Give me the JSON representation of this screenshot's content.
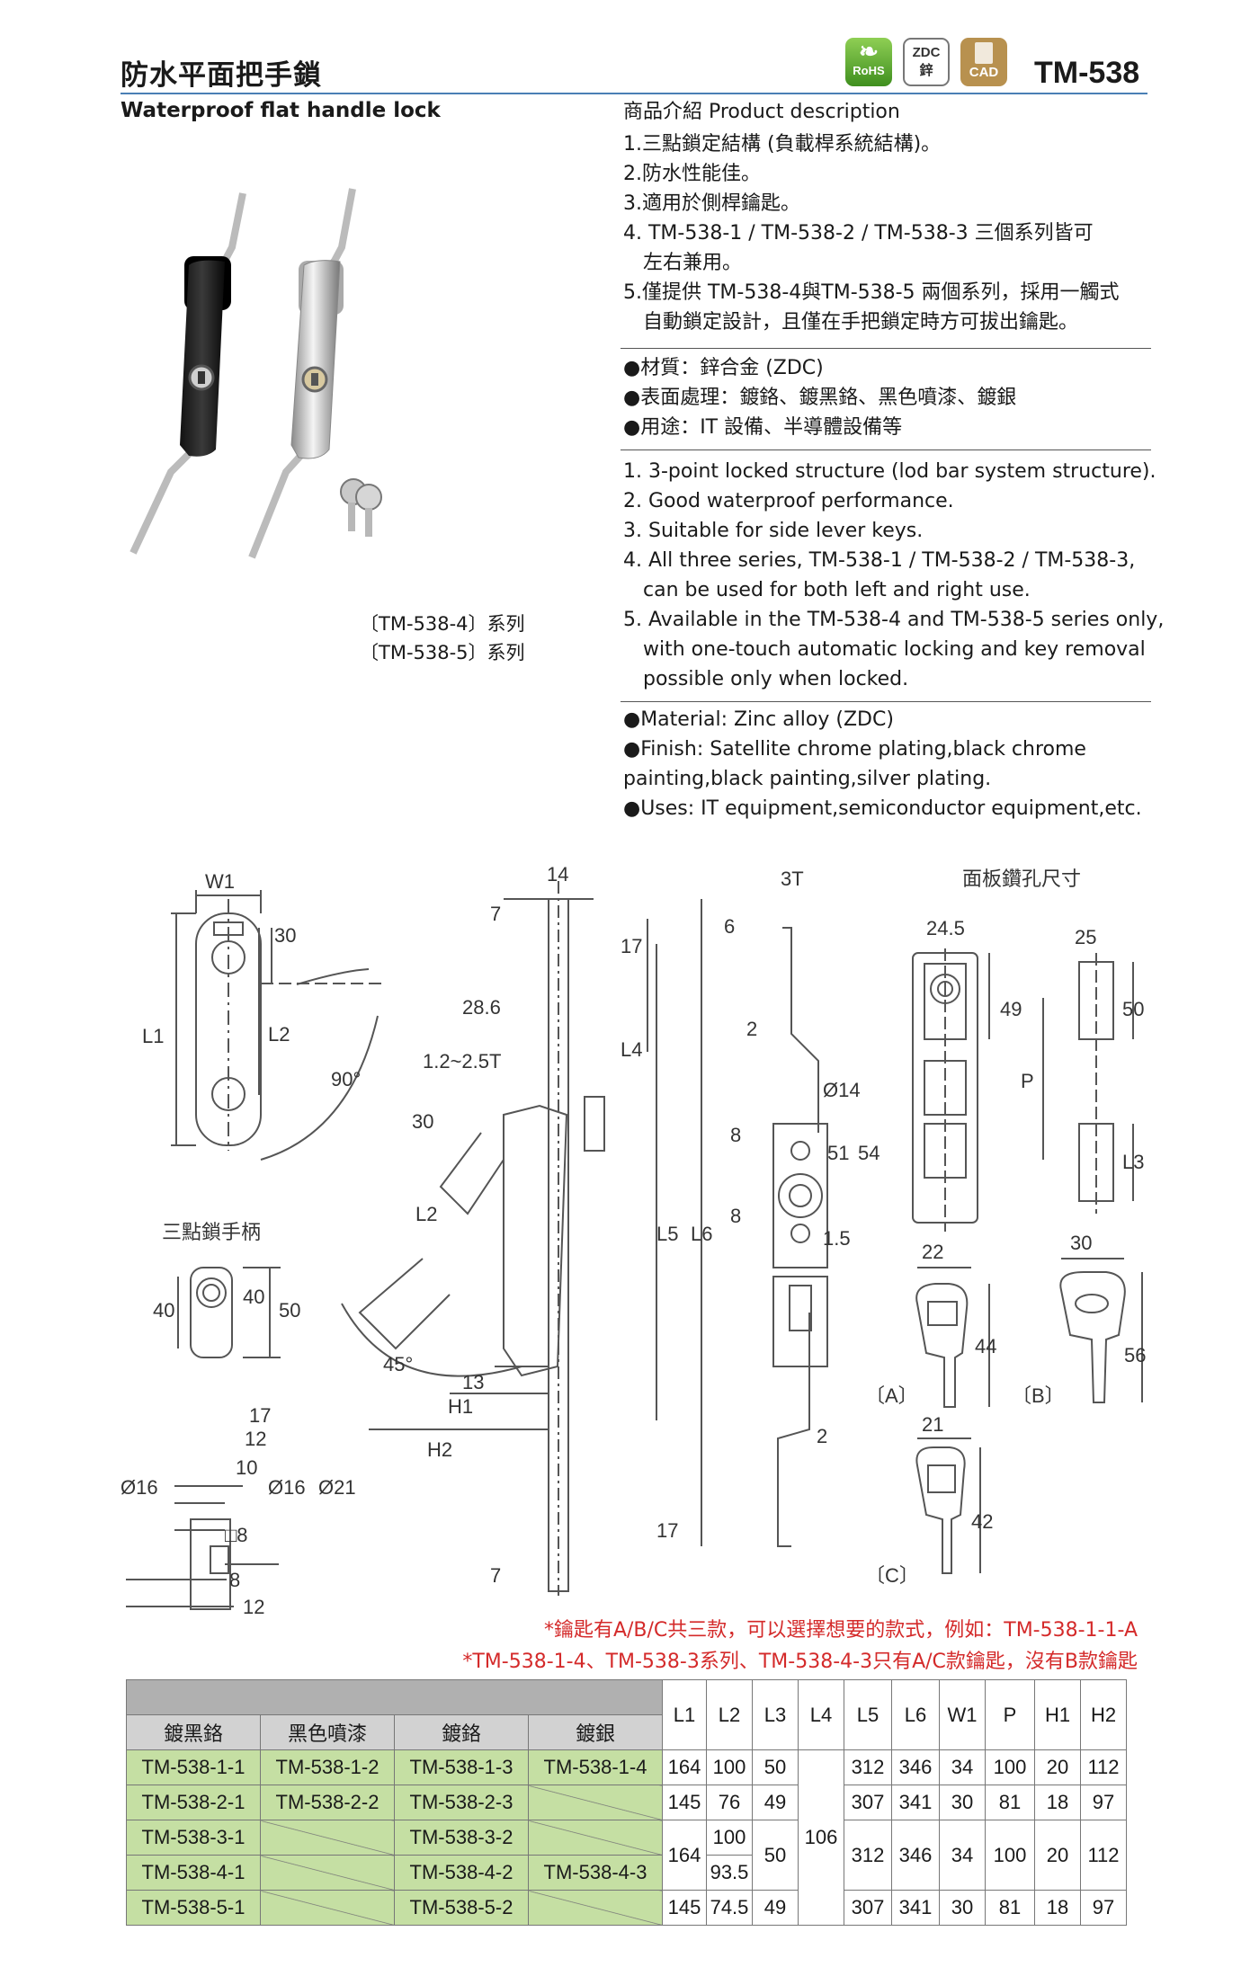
{
  "header": {
    "title_cn": "防水平面把手鎖",
    "title_en": "Waterproof flat handle lock",
    "model": "TM-538",
    "badges": {
      "rohs": "RoHS",
      "zdc": "ZDC",
      "zdc_sub": "鋅",
      "cad": "CAD"
    }
  },
  "product": {
    "heading": "商品介紹 Product description",
    "cn_features": [
      "1.三點鎖定結構 (負載桿系統結構)。",
      "2.防水性能佳。",
      "3.適用於側桿鑰匙。",
      "4. TM-538-1 / TM-538-2 / TM-538-3 三個系列皆可",
      "   左右兼用。",
      "5.僅提供 TM-538-4與TM-538-5 兩個系列，採用一觸式",
      "   自動鎖定設計，且僅在手把鎖定時方可拔出鑰匙。"
    ],
    "cn_specs": [
      "●材質：鋅合金 (ZDC)",
      "●表面處理：鍍鉻、鍍黑鉻、黑色噴漆、鍍銀",
      "●用途：IT 設備、半導體設備等"
    ],
    "en_features": [
      "1. 3-point locked structure (lod bar system structure).",
      "2. Good waterproof performance.",
      "3. Suitable for side lever keys.",
      "4. All three series, TM-538-1 / TM-538-2 / TM-538-3,",
      "    can be used for both left and right use.",
      "5. Available in the TM-538-4 and TM-538-5 series only,",
      "    with one-touch automatic locking and key removal",
      "    possible only when locked."
    ],
    "en_specs": [
      "●Material: Zinc alloy (ZDC)",
      "●Finish: Satellite chrome plating,black chrome",
      "painting,black painting,silver plating.",
      "●Uses: IT equipment,semiconductor equipment,etc."
    ]
  },
  "photo": {
    "caption1": "〔TM-538-4〕系列",
    "caption2": "〔TM-538-5〕系列"
  },
  "drawing": {
    "front": {
      "w1": "W1",
      "l1": "L1",
      "l2": "L2",
      "d30": "30",
      "angle": "90°",
      "handle_title": "三點鎖手柄",
      "d40a": "40",
      "d40b": "40",
      "d50": "50",
      "d17": "17",
      "d12a": "12",
      "d10": "10",
      "d16a": "Ø16",
      "d16b": "Ø16",
      "d21": "Ø21",
      "sq8": "□8",
      "d8": "8",
      "d12b": "12"
    },
    "side": {
      "d14": "14",
      "d7a": "7",
      "d17a": "17",
      "d286": "28.6",
      "l4": "L4",
      "thick": "1.2~2.5T",
      "d30": "30",
      "l2": "L2",
      "l5": "L5",
      "l6": "L6",
      "angle": "45°",
      "d13": "13",
      "h1": "H1",
      "h2": "H2",
      "d17b": "17",
      "d7b": "7"
    },
    "rod": {
      "t3": "3T",
      "d6": "6",
      "d2a": "2",
      "phi14": "Ø14",
      "d8a": "8",
      "d8b": "8",
      "d51": "51",
      "d54": "54",
      "d15": "1.5",
      "d2b": "2"
    },
    "panel": {
      "title": "面板鑽孔尺寸",
      "w245": "24.5",
      "h49": "49",
      "w25": "25",
      "h50": "50",
      "p": "P",
      "l3": "L3"
    },
    "keys": {
      "a_w": "22",
      "a_h": "44",
      "a": "〔A〕",
      "b_w": "30",
      "b_h": "56",
      "b": "〔B〕",
      "c_w": "21",
      "c_h": "42",
      "c": "〔C〕"
    }
  },
  "notes": [
    "*鑰匙有A/B/C共三款，可以選擇想要的款式，例如：TM-538-1-1-A",
    "*TM-538-1-4、TM-538-3系列、TM-538-4-3只有A/C款鑰匙，沒有B款鑰匙"
  ],
  "table": {
    "finish_headers": [
      "鍍黑鉻",
      "黑色噴漆",
      "鍍鉻",
      "鍍銀"
    ],
    "dim_headers": [
      "L1",
      "L2",
      "L3",
      "L4",
      "L5",
      "L6",
      "W1",
      "P",
      "H1",
      "H2"
    ],
    "rows": [
      {
        "m": [
          "TM-538-1-1",
          "TM-538-1-2",
          "TM-538-1-3",
          "TM-538-1-4"
        ],
        "l1": "164",
        "l2": "100",
        "l3": "50",
        "l5": "312",
        "l6": "346",
        "w1": "34",
        "p": "100",
        "h1": "20",
        "h2": "112"
      },
      {
        "m": [
          "TM-538-2-1",
          "TM-538-2-2",
          "TM-538-2-3",
          ""
        ],
        "l1": "145",
        "l2": "76",
        "l3": "49",
        "l5": "307",
        "l6": "341",
        "w1": "30",
        "p": "81",
        "h1": "18",
        "h2": "97"
      },
      {
        "m": [
          "TM-538-3-1",
          "",
          "TM-538-3-2",
          ""
        ],
        "l1": "164",
        "l2": "100",
        "l3": "50",
        "l5": "312",
        "l6": "346",
        "w1": "34",
        "p": "100",
        "h1": "20",
        "h2": "112"
      },
      {
        "m": [
          "TM-538-4-1",
          "",
          "TM-538-4-2",
          "TM-538-4-3"
        ],
        "l2": "93.5"
      },
      {
        "m": [
          "TM-538-5-1",
          "",
          "TM-538-5-2",
          ""
        ],
        "l1": "145",
        "l2": "74.5",
        "l3": "49",
        "l5": "307",
        "l6": "341",
        "w1": "30",
        "p": "81",
        "h1": "18",
        "h2": "97"
      }
    ],
    "l4": "106"
  }
}
